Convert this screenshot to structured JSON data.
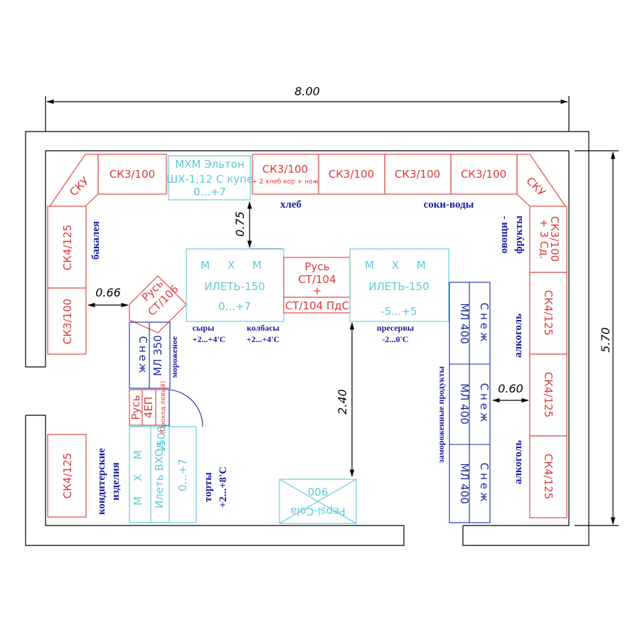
{
  "dimensions": {
    "width": "8.00",
    "height": "5.70",
    "d075": "0.75",
    "d066": "0.66",
    "d240": "2.40",
    "d060": "0.60"
  },
  "units": {
    "sku_top_left": "СКУ",
    "sk3_top1": "СК3/100",
    "elton_l1": "МХМ Эльтон",
    "elton_l2": "ШХ-1,12 С купе",
    "elton_l3": "0...+7",
    "sk3_hleb_l1": "СК3/100",
    "sk3_hleb_l2": "+ 2 хлеб кор + нож",
    "sk3_top2": "СК3/100",
    "sk3_top3": "СК3/100",
    "sk3_top4": "СК3/100",
    "sku_top_right": "СКУ",
    "sk4_left": "СК4/125",
    "sk3_left": "СК3/100",
    "rus_ct106_l1": "Русь",
    "rus_ct106_l2": "СТ/106",
    "ilet_left_l1": "М Х М",
    "ilet_left_l2": "ИЛЕТЬ-150",
    "ilet_left_l3": "0...+7",
    "rus_ct104_l1": "Русь",
    "rus_ct104_l2": "СТ/104",
    "rus_ct104_l3": "+",
    "rus_ct104_l4": "СТ/104 ПдС",
    "ilet_right_l1": "М Х М",
    "ilet_right_l2": "ИЛЕТЬ-150",
    "ilet_right_l3": "-5...+5",
    "sk3_right_l1": "СК3/100",
    "sk3_right_l2": "+ 3 Сд.",
    "sk4_r1": "СК4/125",
    "sk4_r2": "СК4/125",
    "sk4_r3": "СК4/125",
    "sneg_ml350_l1": "Снеж",
    "sneg_ml350_l2": "МЛ 350",
    "rus_4ep_l1": "Русь",
    "rus_4ep_l2": "4ЕП",
    "rus_4ep_l3": "(Проход левый)",
    "ilet_vhsd_l1": "М Х М",
    "ilet_vhsd_l2": "Илеть ВХСд",
    "ilet_vhsd_l3": "1500",
    "ilet_vhsd_l4": "0...+7",
    "sneg_ml400_a": "Снеж",
    "sneg_ml400_b": "МЛ 400",
    "pepsi_l1": "Pepsi-Cola",
    "pepsi_l2": "900",
    "sk4_bottom_left": "СК4/125"
  },
  "labels": {
    "hleb": "хлеб",
    "soki": "соки-воды",
    "bakaleya": "бакалея",
    "ovoshchi_l1": "овощи -",
    "ovoshchi_l2": "фрукты",
    "syry_l1": "сыры",
    "syry_l2": "+2...+4'С",
    "kolbasy_l1": "колбасы",
    "kolbasy_l2": "+2...+4'С",
    "preservy_l1": "пресервы",
    "preservy_l2": "-2...0'С",
    "morozhenoe": "мороженое",
    "torty_l1": "торты",
    "torty_l2": "+2...+8'С",
    "konditerskie_l1": "кондитерские",
    "konditerskie_l2": "изделия",
    "zamorozhennye": "замороженные продукты",
    "alkogol1": "алкоголь",
    "alkogol2": "алкоголь"
  },
  "colors": {
    "red": "#d83a3a",
    "cyan": "#5fc8d8",
    "blue": "#1a2a9a",
    "label": "#1a1aa0"
  }
}
